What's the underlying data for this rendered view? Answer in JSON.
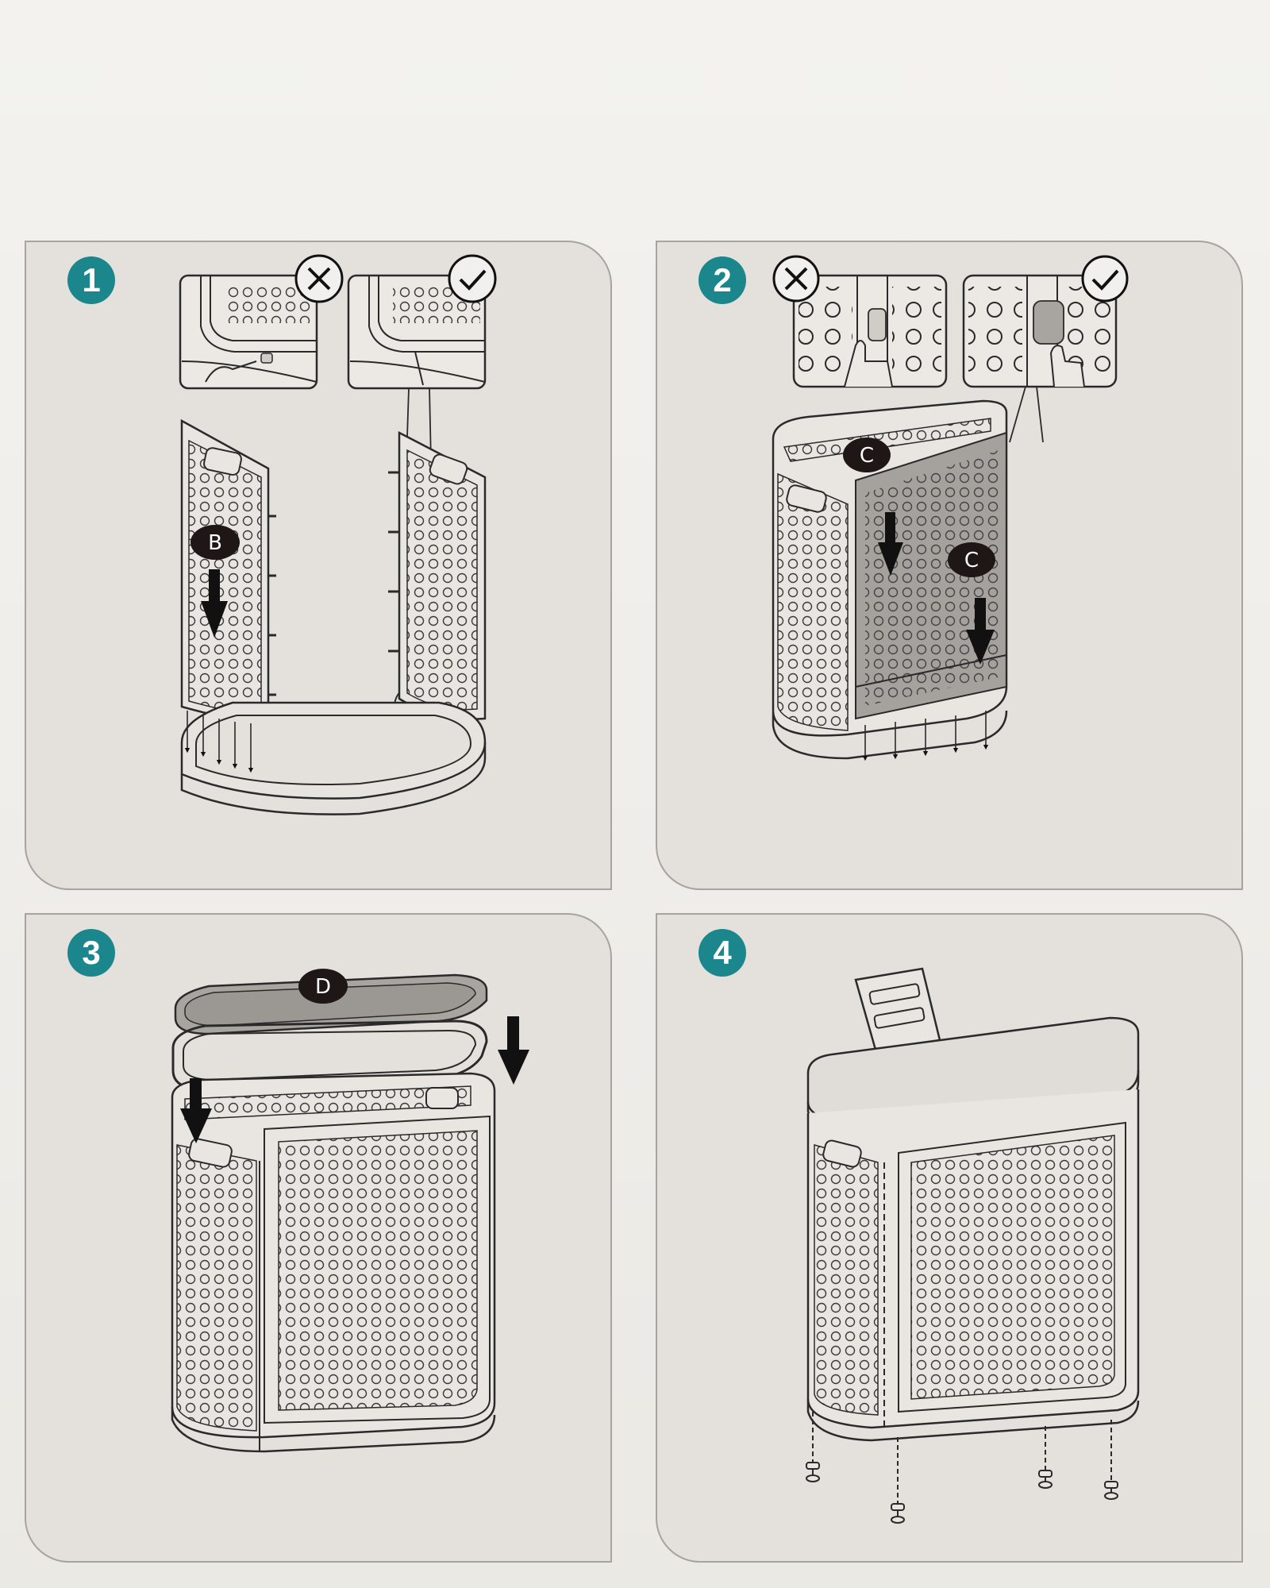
{
  "steps": [
    {
      "number": "1",
      "parts": [
        "B"
      ],
      "icons": [
        "cross-mark-icon",
        "check-mark-icon"
      ]
    },
    {
      "number": "2",
      "parts": [
        "C",
        "C"
      ],
      "icons": [
        "cross-mark-icon",
        "check-mark-icon"
      ]
    },
    {
      "number": "3",
      "parts": [
        "D"
      ],
      "icons": []
    },
    {
      "number": "4",
      "parts": [],
      "icons": []
    }
  ],
  "colors": {
    "badge": "#1b868c",
    "panel": "#e4e1dc",
    "line": "#2a2a2a",
    "label_fill": "#1e1715"
  }
}
